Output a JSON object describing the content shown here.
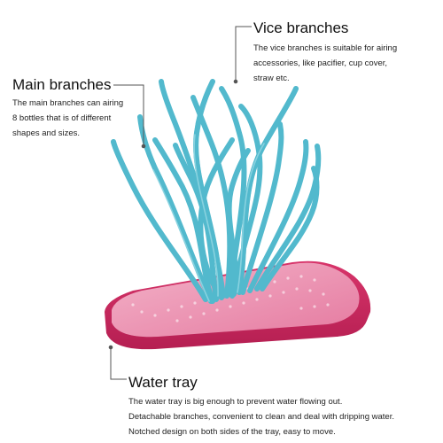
{
  "callouts": {
    "vice": {
      "title": "Vice branches",
      "lines": [
        "The vice branches is suitable for airing",
        "accessories, like pacifier, cup cover,",
        "straw etc."
      ]
    },
    "main": {
      "title": "Main branches",
      "lines": [
        "The main branches can airing",
        "8 bottles that is of different",
        "shapes and sizes."
      ]
    },
    "tray": {
      "title": "Water tray",
      "lines": [
        "The water tray is big enough to prevent water flowing out.",
        "Detachable branches, convenient to clean and deal with dripping water.",
        "Notched design on both sides of the tray, easy to move."
      ]
    }
  },
  "colors": {
    "branch": "#4fb8cc",
    "branch_shade": "#2f93a8",
    "tray": "#d6366a",
    "tray_top": "#e98aaa",
    "leader": "#555555"
  }
}
